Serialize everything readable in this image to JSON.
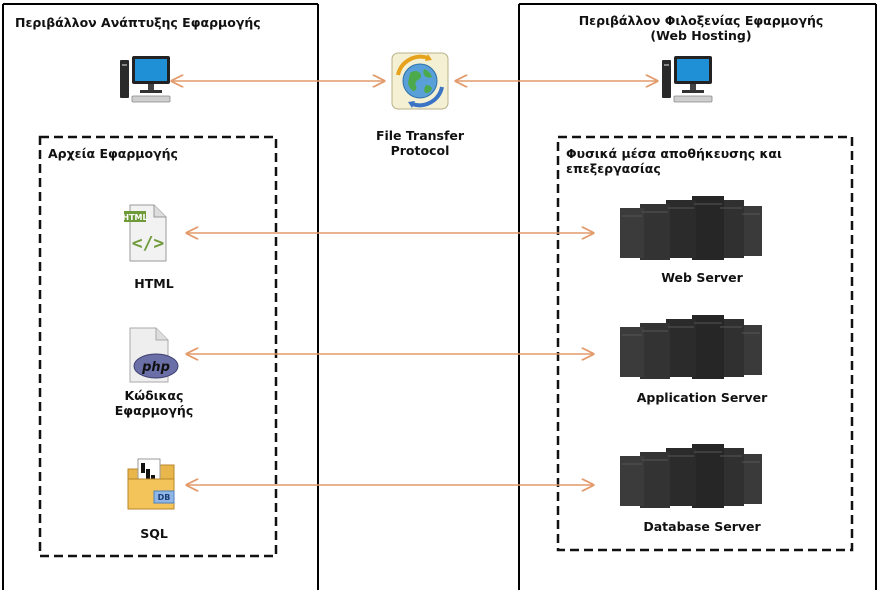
{
  "left_panel": {
    "title": "Περιβάλλον Ανάπτυξης Εφαρμογής",
    "files_box_title": "Αρχεία Εφαρμογής",
    "items": [
      {
        "label": "HTML",
        "icon": "html-file-icon",
        "badge": "HTML"
      },
      {
        "label_line1": "Κώδικας",
        "label_line2": "Εφαρμογής",
        "icon": "php-file-icon",
        "badge": "php"
      },
      {
        "label": "SQL",
        "icon": "sql-folder-icon",
        "badge": "DB"
      }
    ]
  },
  "right_panel": {
    "title_line1": "Περιβάλλον Φιλοξενίας Εφαρμογής",
    "title_line2": "(Web Hosting)",
    "storage_box_title_line1": "Φυσικά μέσα αποθήκευσης και",
    "storage_box_title_line2": "επεξεργασίας",
    "servers": [
      {
        "label": "Web Server",
        "icon": "server-rack-icon"
      },
      {
        "label": "Application Server",
        "icon": "server-rack-icon"
      },
      {
        "label": "Database Server",
        "icon": "server-rack-icon"
      }
    ]
  },
  "ftp": {
    "label_line1": "File Transfer",
    "label_line2": "Protocol",
    "icon": "ftp-globe-icon"
  },
  "colors": {
    "arrow": "#e39a6b",
    "panel_border": "#000000",
    "server": "#2b2b2b",
    "monitor_screen": "#1f8fd6"
  }
}
